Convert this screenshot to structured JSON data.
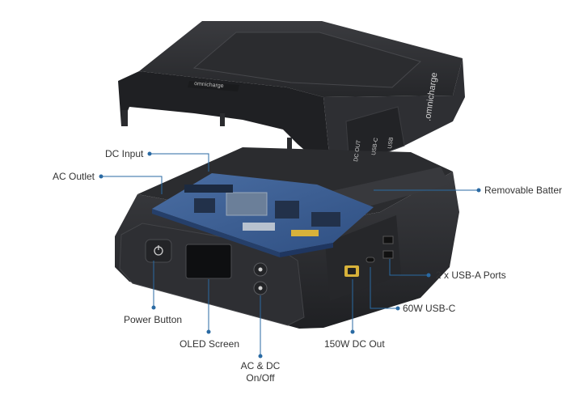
{
  "brand": {
    "lid_logo": "omnicharge",
    "logo_lowered": ".omnicharge"
  },
  "ports_lid": {
    "dc_out": "DC OUT",
    "usb_c": "USB-C",
    "usb": "USB"
  },
  "callouts": {
    "dc_input": "DC Input",
    "ac_outlet": "AC Outlet",
    "removable_battery": "Removable Battery",
    "usb_a": "2 x USB-A Ports",
    "usb_c": "60W USB-C",
    "dc_out": "150W DC Out",
    "power_button": "Power Button",
    "oled_screen": "OLED Screen",
    "ac_dc_line1": "AC & DC",
    "ac_dc_line2": "On/Off"
  },
  "colors": {
    "callout_line": "#2a6aa3",
    "label_text": "#333333",
    "body_dark": "#2c2d30",
    "body_mid": "#3a3b3f",
    "pcb_blue": "#3b5f95",
    "accent_yellow": "#d8b23a"
  }
}
